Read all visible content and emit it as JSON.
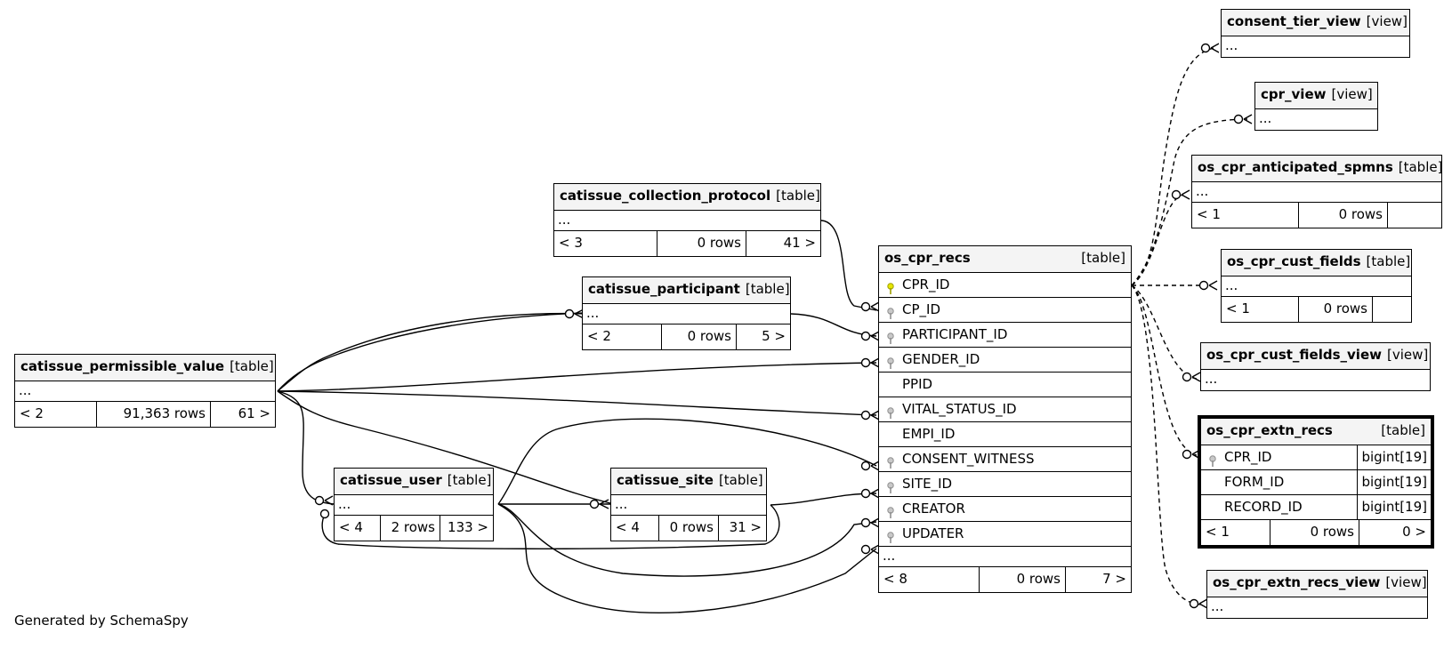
{
  "generated_by": "Generated by SchemaSpy",
  "ellipsis": "...",
  "tables": {
    "consent_tier_view": {
      "name": "consent_tier_view",
      "kind": "[view]"
    },
    "cpr_view": {
      "name": "cpr_view",
      "kind": "[view]"
    },
    "os_cpr_anticipated_spmns": {
      "name": "os_cpr_anticipated_spmns",
      "kind": "[table]",
      "parents": "< 1",
      "rows": "0 rows",
      "children": ""
    },
    "catissue_collection_protocol": {
      "name": "catissue_collection_protocol",
      "kind": "[table]",
      "parents": "< 3",
      "rows": "0 rows",
      "children": "41 >"
    },
    "os_cpr_cust_fields": {
      "name": "os_cpr_cust_fields",
      "kind": "[table]",
      "parents": "< 1",
      "rows": "0 rows",
      "children": ""
    },
    "catissue_participant": {
      "name": "catissue_participant",
      "kind": "[table]",
      "parents": "< 2",
      "rows": "0 rows",
      "children": "5 >"
    },
    "os_cpr_cust_fields_view": {
      "name": "os_cpr_cust_fields_view",
      "kind": "[view]"
    },
    "catissue_permissible_value": {
      "name": "catissue_permissible_value",
      "kind": "[table]",
      "parents": "< 2",
      "rows": "91,363 rows",
      "children": "61 >"
    },
    "catissue_user": {
      "name": "catissue_user",
      "kind": "[table]",
      "parents": "< 4",
      "rows": "2 rows",
      "children": "133 >"
    },
    "catissue_site": {
      "name": "catissue_site",
      "kind": "[table]",
      "parents": "< 4",
      "rows": "0 rows",
      "children": "31 >"
    },
    "os_cpr_recs": {
      "name": "os_cpr_recs",
      "kind": "[table]",
      "columns": [
        "CPR_ID",
        "CP_ID",
        "PARTICIPANT_ID",
        "GENDER_ID",
        "PPID",
        "VITAL_STATUS_ID",
        "EMPI_ID",
        "CONSENT_WITNESS",
        "SITE_ID",
        "CREATOR",
        "UPDATER"
      ],
      "parents": "< 8",
      "rows": "0 rows",
      "children": "7 >"
    },
    "os_cpr_extn_recs": {
      "name": "os_cpr_extn_recs",
      "kind": "[table]",
      "columns": [
        {
          "name": "CPR_ID",
          "type": "bigint[19]"
        },
        {
          "name": "FORM_ID",
          "type": "bigint[19]"
        },
        {
          "name": "RECORD_ID",
          "type": "bigint[19]"
        }
      ],
      "parents": "< 1",
      "rows": "0 rows",
      "children": "0 >"
    },
    "os_cpr_extn_recs_view": {
      "name": "os_cpr_extn_recs_view",
      "kind": "[view]"
    }
  },
  "colors": {
    "primary_key_icon": "#e6e600",
    "foreign_key_icon": "#a0a0a0",
    "header_bg": "#f4f4f4",
    "line": "#000000"
  }
}
